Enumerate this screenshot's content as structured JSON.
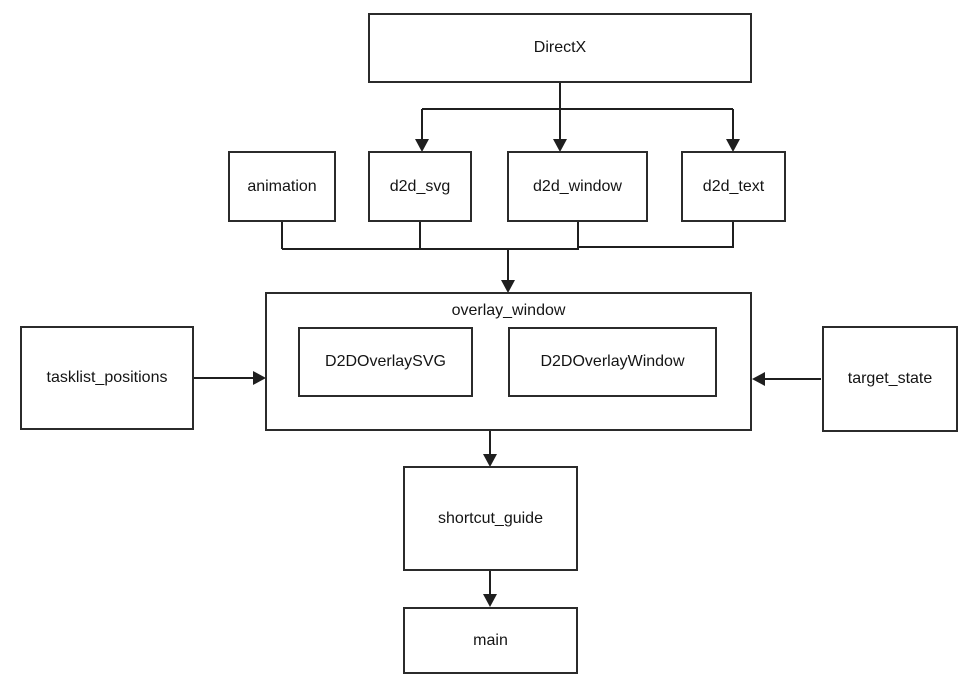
{
  "diagram": {
    "type": "dependency-graph",
    "background_color": "#ffffff",
    "line_color": "#1f1f1f",
    "text_color": "#141414",
    "nodes": {
      "directx": {
        "label": "DirectX"
      },
      "animation": {
        "label": "animation"
      },
      "d2d_svg": {
        "label": "d2d_svg"
      },
      "d2d_window": {
        "label": "d2d_window"
      },
      "d2d_text": {
        "label": "d2d_text"
      },
      "overlay_window": {
        "label": "overlay_window"
      },
      "d2d_overlay_svg": {
        "label": "D2DOverlaySVG"
      },
      "d2d_overlay_window": {
        "label": "D2DOverlayWindow"
      },
      "tasklist_positions": {
        "label": "tasklist_positions"
      },
      "target_state": {
        "label": "target_state"
      },
      "shortcut_guide": {
        "label": "shortcut_guide"
      },
      "main": {
        "label": "main"
      }
    },
    "edges": [
      {
        "from": "DirectX",
        "to": "d2d_svg",
        "arrow": "down"
      },
      {
        "from": "DirectX",
        "to": "d2d_window",
        "arrow": "down"
      },
      {
        "from": "DirectX",
        "to": "d2d_text",
        "arrow": "down"
      },
      {
        "from": "animation",
        "to": "overlay_window",
        "arrow": "down"
      },
      {
        "from": "d2d_svg",
        "to": "overlay_window",
        "arrow": "down"
      },
      {
        "from": "d2d_window",
        "to": "overlay_window",
        "arrow": "down"
      },
      {
        "from": "d2d_text",
        "to": "overlay_window",
        "arrow": "down"
      },
      {
        "from": "tasklist_positions",
        "to": "overlay_window",
        "arrow": "right"
      },
      {
        "from": "target_state",
        "to": "overlay_window",
        "arrow": "left"
      },
      {
        "from": "overlay_window",
        "to": "shortcut_guide",
        "arrow": "down"
      },
      {
        "from": "shortcut_guide",
        "to": "main",
        "arrow": "down"
      }
    ],
    "contains": [
      {
        "parent": "overlay_window",
        "children": [
          "D2DOverlaySVG",
          "D2DOverlayWindow"
        ]
      }
    ]
  }
}
